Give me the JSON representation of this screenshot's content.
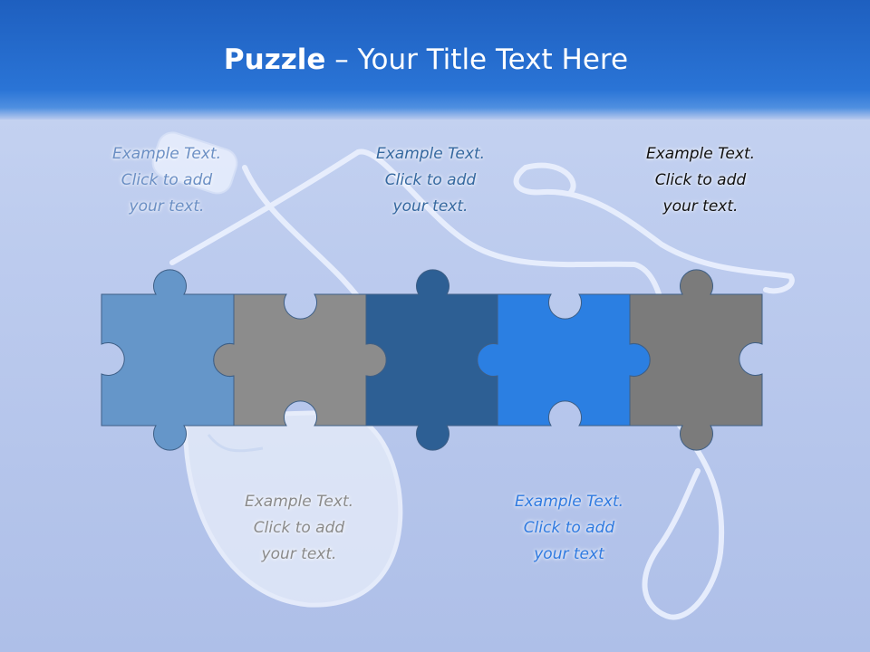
{
  "slide": {
    "title_bold": "Puzzle",
    "title_rest": " – Your Title Text Here"
  },
  "captions": [
    {
      "lines": [
        "Example Text.",
        "Click  to add",
        "your text."
      ],
      "color": "#6b8fc4"
    },
    {
      "lines": [
        "Example Text.",
        "Click  to add",
        "your text."
      ],
      "color": "#35689f"
    },
    {
      "lines": [
        "Example Text.",
        "Click  to add",
        "your text."
      ],
      "color": "#111111"
    },
    {
      "lines": [
        "Example Text.",
        "Click  to add",
        "your text."
      ],
      "color": "#8a8a8a"
    },
    {
      "lines": [
        "Example Text.",
        "Click  to add",
        "your text"
      ],
      "color": "#2f7ae0"
    }
  ],
  "colors": {
    "header": "#2a74d6",
    "piece_1": "#6596c9",
    "piece_2": "#8c8c8c",
    "piece_3": "#2d5f94",
    "piece_4": "#2b7fe2",
    "piece_5": "#7b7b7b"
  }
}
